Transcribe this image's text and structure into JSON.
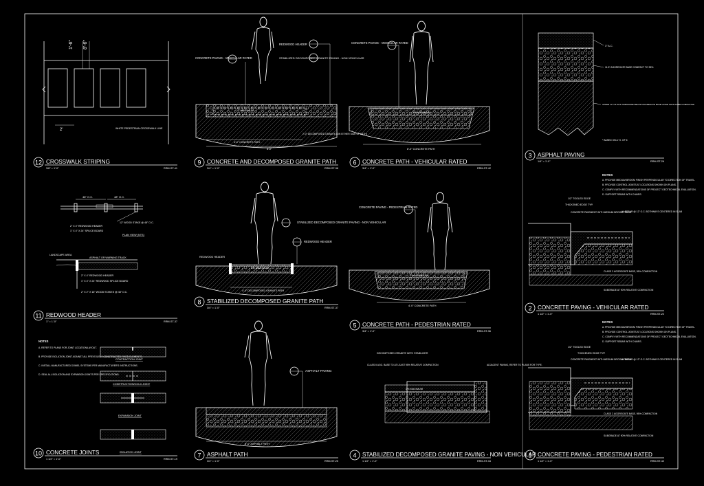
{
  "details": [
    {
      "num": "12",
      "title": "CROSSWALK STRIPING",
      "scale": "3/8\" = 1'-0\"",
      "ref": "RRM-ST-41",
      "notes": [
        "1'-6\"",
        "8'-6\"",
        "2'",
        "WHITE PEDESTRIAN CROSSWALK LINE"
      ]
    },
    {
      "num": "9",
      "title": "CONCRETE AND DECOMPOSED GRANITE PATH",
      "scale": "3/4\" = 1'-0\"",
      "ref": "RRM-ST-38",
      "notes": [
        "CONCRETE PAVING - VEHICULAR RATED",
        "REDWOOD HEADER",
        "STABILIZED DECOMPOSED GRANITE PAVING - NON VEHICULAR",
        "4\" MAXIMUM",
        "4'-0\" CONCRETE PATH",
        "2'-0\" DECOMPOSED GRANITE (ON EITHER SIDE OF PATH)",
        "8'-0\""
      ]
    },
    {
      "num": "6",
      "title": "CONCRETE PATH - VEHICULAR RATED",
      "scale": "3/4\" = 1'-0\"",
      "ref": "RRM-ST-42",
      "notes": [
        "CONCRETE PAVING - VEHICULAR RATED",
        "2% MAXIMUM",
        "8'-0\" CONCRETE PATH"
      ]
    },
    {
      "num": "3",
      "title": "ASPHALT PAVING",
      "scale": "1/4\" = 1'-0\"",
      "ref": "RRM-ST-26",
      "notes": [
        "3\" A.C.",
        "11.5\" AGGREGATE BASE COMPACT TO 95%",
        "UPPER 12\" OF SOIL SUBGRADE BELOW AGGREGATE BASE LAYER SHOULD BE COMPACTED",
        "* BASED ON A T.I. OF 6"
      ]
    },
    {
      "num": "11",
      "title": "REDWOOD HEADER",
      "scale": "1\" = 1'-0\"",
      "ref": "RRM-ST-37",
      "notes": [
        "48\" O.C.",
        "12\" WOOD STAKE @ 48\" O.C.",
        "2\" X 4\" REDWOOD HEADER",
        "1\" X 4\" X 24\" SPLICE BOARD",
        "PLAN VIEW (NTS)",
        "LANDSCAPE AREA",
        "ASPHALT OR WARNING TRACK",
        "2\" X 4\" REDWOOD HEADER",
        "1\" X 4\" X 24\" REDWOOD SPLICE BOARD",
        "2\" X 2\" X 16\" WOOD STAKES @ 48\" O.C."
      ]
    },
    {
      "num": "8",
      "title": "STABILIZED DECOMPOSED GRANITE PATH",
      "scale": "3/4\" = 1'-0\"",
      "ref": "RRM-ST-37",
      "notes": [
        "STABILIZED DECOMPOSED GRANITE PAVING - NON VEHICULAR",
        "REDWOOD HEADER",
        "2% MAXIMUM",
        "4'-0\" DECOMPOSED GRANITE PATH"
      ]
    },
    {
      "num": "5",
      "title": "CONCRETE PATH - PEDESTRIAN RATED",
      "scale": "3/4\" = 1'-0\"",
      "ref": "RRM-ST-36",
      "notes": [
        "CONCRETE PAVING - PEDESTRIAN RATED",
        "2% MAXIMUM",
        "4'-0\" CONCRETE PATH"
      ]
    },
    {
      "num": "2",
      "title": "CONCRETE PAVING - VEHICULAR RATED",
      "scale": "1 1/2\" = 1'-0\"",
      "ref": "RRM-ST-22",
      "notes": [
        "NOTES",
        "A. PROVIDE MEDIUM BROOM FINISH PERPENDICULAR TO DIRECTION OF TRAVEL.",
        "B. PROVIDE CONTROL JOINTS AT LOCATIONS SHOWN ON PLANS.",
        "C. COMPLY WITH RECOMMENDATIONS OF PROJECT GEOTECHNICAL EVALUATION.",
        "D. SUPPORT REBAR WITH CHAIRS.",
        "1/2\" TOOLED EDGE",
        "THICKENED EDGE TYP.",
        "CONCRETE PAVEMENT WITH MEDIUM BROOM FINISH",
        "#4 REBAR @ 12\" O.C. BOTHWAYS CENTERED IN SLAB",
        "CLASS 2 AGGREGATE BASE, 95% COMPACTION",
        "SUBGRADE AT 90% RELATIVE COMPACTION"
      ]
    },
    {
      "num": "10",
      "title": "CONCRETE JOINTS",
      "scale": "1 1/2\" = 1'-0\"",
      "ref": "RRM-ST-19",
      "notes": [
        "NOTES",
        "A. REFER TO PLANS FOR JOINT LOCATION/LAYOUT.",
        "B. PROVIDE ISOLATION JOINT AGAINST ALL PREVIOUSLY CONSTRUCTED FIXED ELEMENTS.",
        "C. INSTALL MANUFACTURED DOWEL SYSTEMS PER MANUFACTURER'S INSTRUCTIONS.",
        "D. SEAL ALL ISOLATION AND EXPANSION JOINTS PER SPECIFICATIONS.",
        "CONTRACTION JOINT",
        "CONSTRUCTION/COLD JOINT",
        "EXPANSION JOINT",
        "ISOLATION JOINT"
      ]
    },
    {
      "num": "7",
      "title": "ASPHALT PATH",
      "scale": "3/4\" = 1'-0\"",
      "ref": "RRM-ST-25",
      "notes": [
        "ASPHALT PAVING",
        "8'-0\" ASPHALT PATH"
      ]
    },
    {
      "num": "4",
      "title": "STABILIZED DECOMPOSED GRANITE PAVING - NON VEHICULAR",
      "scale": "1 1/2\" = 1'-0\"",
      "ref": "RRM-ST-34",
      "notes": [
        "DECOMPOSED GRANITE WITH STABILIZER",
        "CLASS II AGG. BASE TO AT LEAST 95% RELATIVE COMPACTION",
        "2% MAXIMUM",
        "ADJACENT PAVING, REFER TO PLANS FOR TYPE."
      ]
    },
    {
      "num": "1",
      "title": "CONCRETE PAVING - PEDESTRIAN RATED",
      "scale": "1 1/2\" = 1'-0\"",
      "ref": "RRM-ST-42",
      "notes": [
        "NOTES",
        "A. PROVIDE MEDIUM BROOM FINISH PERPENDICULAR TO DIRECTION OF TRAVEL.",
        "B. PROVIDE CONTROL JOINTS AT LOCATIONS SHOWN ON PLANS.",
        "C. COMPLY WITH RECOMMENDATIONS OF PROJECT GEOTECHNICAL EVALUATION.",
        "D. SUPPORT REBAR WITH CHAIRS.",
        "1/2\" TOOLED EDGE",
        "THICKENED EDGE TYP.",
        "CONCRETE PAVEMENT WITH MEDIUM BROOM FINISH",
        "#4 REBAR @ 12\" O.C. BOTHWAYS CENTERED IN SLAB",
        "CLASS 2 AGGREGATE BASE, 95% COMPACTION",
        "SUBGRADE AT 90% RELATIVE COMPACTION"
      ]
    }
  ]
}
